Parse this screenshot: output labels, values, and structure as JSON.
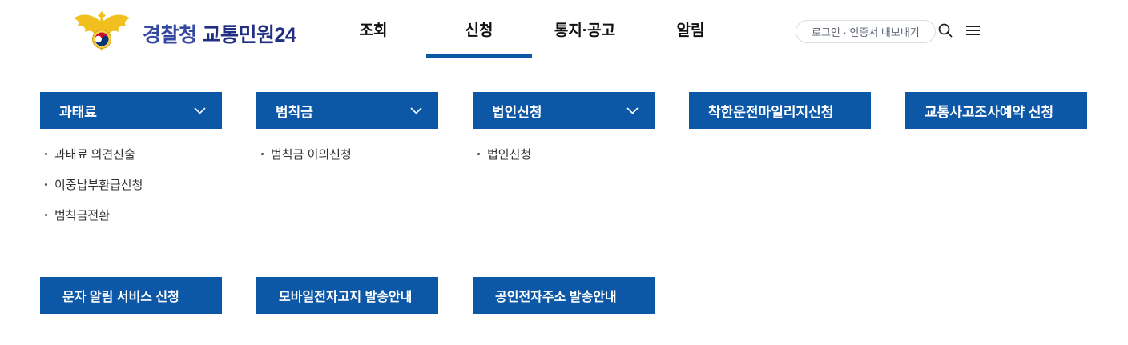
{
  "brand": {
    "agency": "경찰청",
    "service": "교통민원24",
    "emblem": "police-eagle-taegeuk-emblem"
  },
  "nav": {
    "items": [
      {
        "label": "조회",
        "active": false
      },
      {
        "label": "신청",
        "active": true
      },
      {
        "label": "통지·공고",
        "active": false
      },
      {
        "label": "알림",
        "active": false
      }
    ]
  },
  "header_actions": {
    "login_button": "로그인 · 인증서 내보내기",
    "search_icon": "magnifier",
    "menu_icon": "hamburger"
  },
  "mega_menu": {
    "columns": [
      {
        "title": "과태료",
        "has_chevron": true,
        "items": [
          "과태료 의견진술",
          "이중납부환급신청",
          "범칙금전환"
        ]
      },
      {
        "title": "범칙금",
        "has_chevron": true,
        "items": [
          "범칙금 이의신청"
        ]
      },
      {
        "title": "법인신청",
        "has_chevron": true,
        "items": [
          "법인신청"
        ]
      },
      {
        "title": "착한운전마일리지신청",
        "has_chevron": false,
        "items": []
      },
      {
        "title": "교통사고조사예약 신청",
        "has_chevron": false,
        "items": []
      }
    ],
    "footer_buttons": [
      "문자 알림 서비스 신청",
      "모바일전자고지 발송안내",
      "공인전자주소 발송안내"
    ]
  },
  "colors": {
    "primary_blue": "#0d57a7",
    "logo_navy_light": "#3448a0",
    "logo_navy_dark": "#202f82",
    "emblem_gold": "#f1c01e",
    "taegeuk_red": "#c60c30",
    "taegeuk_blue": "#003478"
  }
}
